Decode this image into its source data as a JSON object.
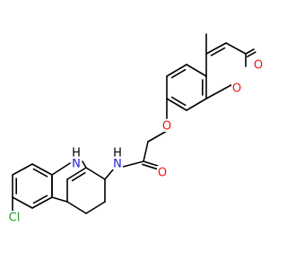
{
  "colors": {
    "bond": "#000000",
    "carbon": "#000000",
    "oxygen": "#e8190b",
    "nitrogen": "#1f1fd6",
    "chlorine": "#1e9e1e",
    "background": "#ffffff"
  },
  "labels": {
    "o_carbonyl_lactone": "O",
    "o_ring": "O",
    "o_ether": "O",
    "o_amide": "O",
    "n_amide": "N",
    "h_amide": "H",
    "n_indole": "N",
    "h_indole": "H",
    "cl": "Cl"
  }
}
